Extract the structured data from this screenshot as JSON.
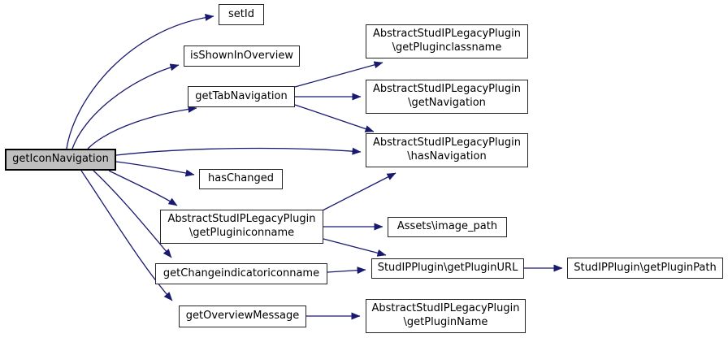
{
  "diagram": {
    "type": "doxygen-call-graph",
    "edge_color": "#191970",
    "node_border_color": "#242424",
    "highlight_fill": "#bfbfbf",
    "nodes": [
      {
        "id": "getIconNavigation",
        "label": "getIconNavigation",
        "current": true
      },
      {
        "id": "setId",
        "label": "setId",
        "current": false
      },
      {
        "id": "isShownInOverview",
        "label": "isShownInOverview",
        "current": false
      },
      {
        "id": "getTabNavigation",
        "label": "getTabNavigation",
        "current": false
      },
      {
        "id": "hasChanged",
        "label": "hasChanged",
        "current": false
      },
      {
        "id": "AbstractStudIPLegacyPlugin\\getPluginiconname",
        "label": "AbstractStudIPLegacyPlugin\n\\getPluginiconname",
        "current": false
      },
      {
        "id": "getChangeindicatoriconname",
        "label": "getChangeindicatoriconname",
        "current": false
      },
      {
        "id": "getOverviewMessage",
        "label": "getOverviewMessage",
        "current": false
      },
      {
        "id": "AbstractStudIPLegacyPlugin\\getPluginclassname",
        "label": "AbstractStudIPLegacyPlugin\n\\getPluginclassname",
        "current": false
      },
      {
        "id": "AbstractStudIPLegacyPlugin\\getNavigation",
        "label": "AbstractStudIPLegacyPlugin\n\\getNavigation",
        "current": false
      },
      {
        "id": "AbstractStudIPLegacyPlugin\\hasNavigation",
        "label": "AbstractStudIPLegacyPlugin\n\\hasNavigation",
        "current": false
      },
      {
        "id": "Assets\\image_path",
        "label": "Assets\\image_path",
        "current": false
      },
      {
        "id": "StudIPPlugin\\getPluginURL",
        "label": "StudIPPlugin\\getPluginURL",
        "current": false
      },
      {
        "id": "AbstractStudIPLegacyPlugin\\getPluginName",
        "label": "AbstractStudIPLegacyPlugin\n\\getPluginName",
        "current": false
      },
      {
        "id": "StudIPPlugin\\getPluginPath",
        "label": "StudIPPlugin\\getPluginPath",
        "current": false
      }
    ],
    "edges": [
      {
        "from": "getIconNavigation",
        "to": "setId"
      },
      {
        "from": "getIconNavigation",
        "to": "isShownInOverview"
      },
      {
        "from": "getIconNavigation",
        "to": "getTabNavigation"
      },
      {
        "from": "getIconNavigation",
        "to": "AbstractStudIPLegacyPlugin\\hasNavigation"
      },
      {
        "from": "getIconNavigation",
        "to": "hasChanged"
      },
      {
        "from": "getIconNavigation",
        "to": "AbstractStudIPLegacyPlugin\\getPluginiconname"
      },
      {
        "from": "getIconNavigation",
        "to": "getChangeindicatoriconname"
      },
      {
        "from": "getIconNavigation",
        "to": "getOverviewMessage"
      },
      {
        "from": "getTabNavigation",
        "to": "AbstractStudIPLegacyPlugin\\getPluginclassname"
      },
      {
        "from": "getTabNavigation",
        "to": "AbstractStudIPLegacyPlugin\\getNavigation"
      },
      {
        "from": "getTabNavigation",
        "to": "AbstractStudIPLegacyPlugin\\hasNavigation"
      },
      {
        "from": "AbstractStudIPLegacyPlugin\\getPluginiconname",
        "to": "AbstractStudIPLegacyPlugin\\hasNavigation"
      },
      {
        "from": "AbstractStudIPLegacyPlugin\\getPluginiconname",
        "to": "Assets\\image_path"
      },
      {
        "from": "AbstractStudIPLegacyPlugin\\getPluginiconname",
        "to": "StudIPPlugin\\getPluginURL"
      },
      {
        "from": "getChangeindicatoriconname",
        "to": "StudIPPlugin\\getPluginURL"
      },
      {
        "from": "StudIPPlugin\\getPluginURL",
        "to": "StudIPPlugin\\getPluginPath"
      },
      {
        "from": "getOverviewMessage",
        "to": "AbstractStudIPLegacyPlugin\\getPluginName"
      }
    ]
  }
}
